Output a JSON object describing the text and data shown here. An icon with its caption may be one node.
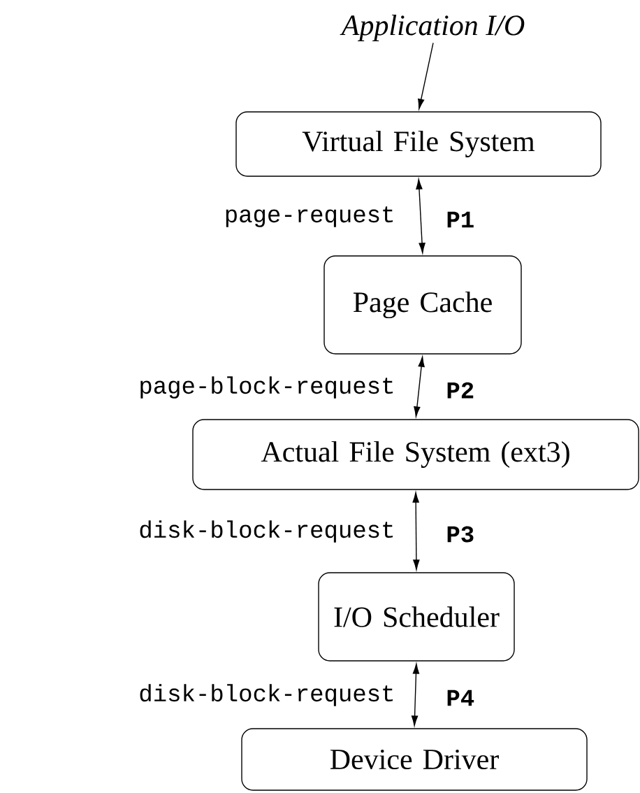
{
  "diagram": {
    "nodes": [
      {
        "text": [
          "Application I/O"
        ]
      },
      {
        "text": [
          "Virtual File System"
        ]
      },
      {
        "text": [
          "Page Cache"
        ]
      },
      {
        "text": [
          "Actual File System (ext3)"
        ]
      },
      {
        "text": [
          "I/O Scheduler"
        ]
      },
      {
        "text": [
          "Device Driver"
        ]
      }
    ],
    "edges": [
      {
        "from": 0,
        "to": 1,
        "arrow": "to"
      },
      {
        "from": 1,
        "to": 2,
        "arrow": "both",
        "label": "page-request"
      },
      {
        "from": 2,
        "to": 3,
        "arrow": "both",
        "label": "page-block-request"
      },
      {
        "from": 3,
        "to": 4,
        "arrow": "both",
        "label": "disk-block-request"
      },
      {
        "from": 4,
        "to": 5,
        "arrow": "both",
        "label": "disk-block-request"
      }
    ],
    "labels": [
      "P1",
      "P2",
      "P3",
      "P4"
    ]
  }
}
